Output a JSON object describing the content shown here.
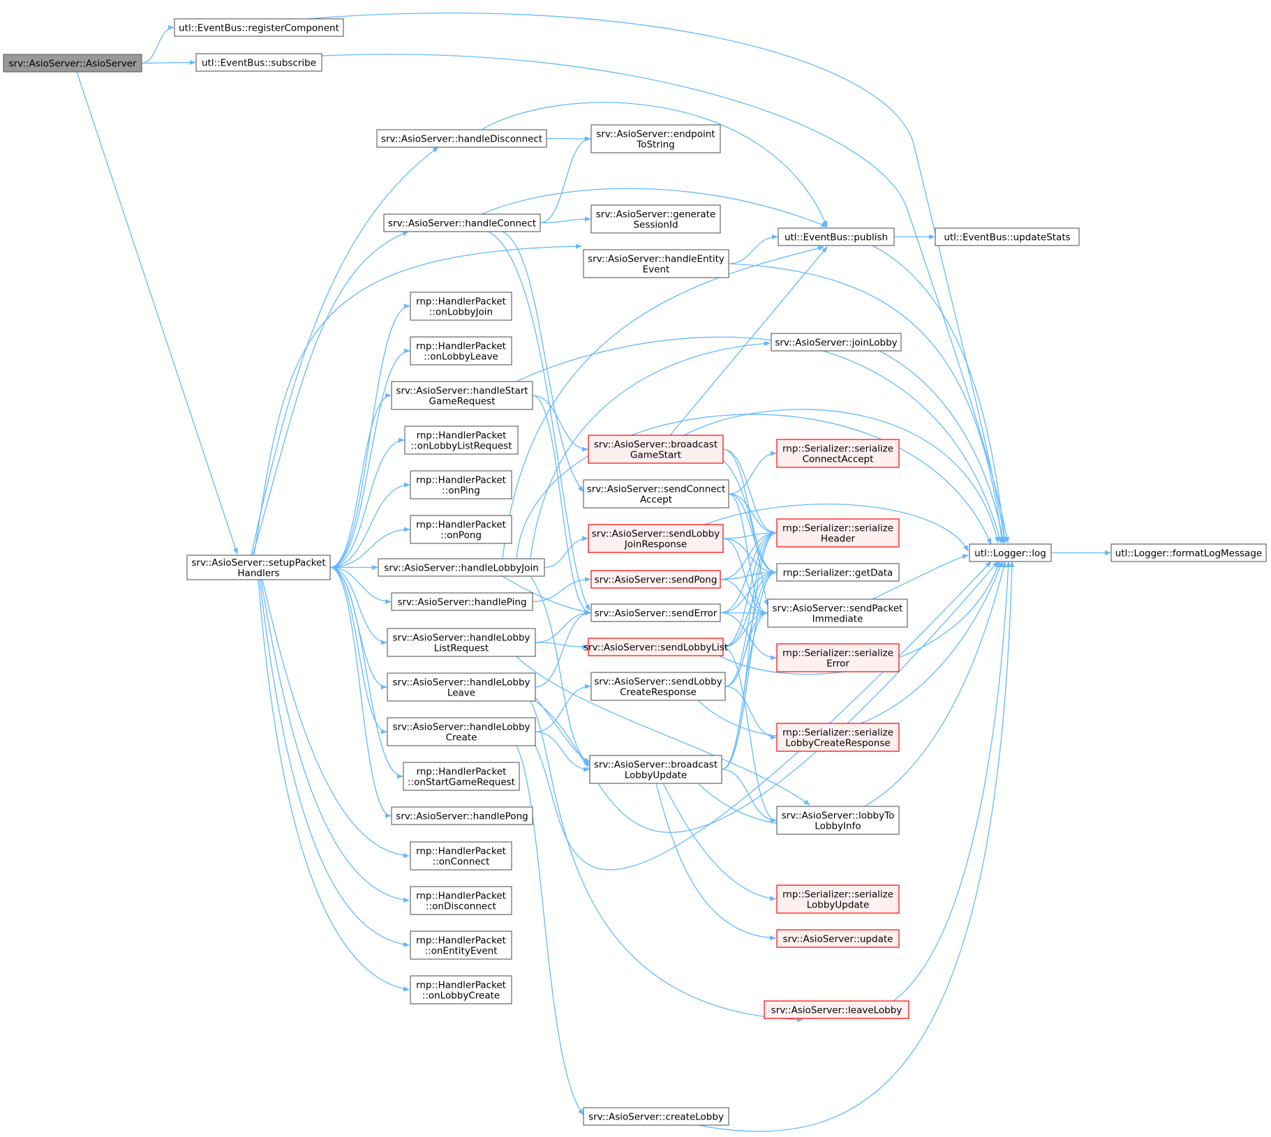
{
  "diagram": {
    "colors": {
      "edge": "#63b8ff",
      "node_border": "#666666",
      "node_fill": "#ffffff",
      "root_fill": "#999999",
      "root_border": "#666666",
      "red_border": "#ff0000",
      "red_fill": "#fff0f0"
    },
    "nodes": [
      {
        "id": "root",
        "lines": [
          "srv::AsioServer::AsioServer"
        ],
        "style": "root"
      },
      {
        "id": "regComp",
        "lines": [
          "utl::EventBus::registerComponent"
        ],
        "style": "normal"
      },
      {
        "id": "subscribe",
        "lines": [
          "utl::EventBus::subscribe"
        ],
        "style": "normal"
      },
      {
        "id": "setup",
        "lines": [
          "srv::AsioServer::setupPacket",
          "Handlers"
        ],
        "style": "normal"
      },
      {
        "id": "hDisc",
        "lines": [
          "srv::AsioServer::handleDisconnect"
        ],
        "style": "normal"
      },
      {
        "id": "hConn",
        "lines": [
          "srv::AsioServer::handleConnect"
        ],
        "style": "normal"
      },
      {
        "id": "onLJ",
        "lines": [
          "rnp::HandlerPacket",
          "::onLobbyJoin"
        ],
        "style": "normal"
      },
      {
        "id": "onLL",
        "lines": [
          "rnp::HandlerPacket",
          "::onLobbyLeave"
        ],
        "style": "normal"
      },
      {
        "id": "hSGR",
        "lines": [
          "srv::AsioServer::handleStart",
          "GameRequest"
        ],
        "style": "normal"
      },
      {
        "id": "onLLR",
        "lines": [
          "rnp::HandlerPacket",
          "::onLobbyListRequest"
        ],
        "style": "normal"
      },
      {
        "id": "onPing",
        "lines": [
          "rnp::HandlerPacket",
          "::onPing"
        ],
        "style": "normal"
      },
      {
        "id": "onPong",
        "lines": [
          "rnp::HandlerPacket",
          "::onPong"
        ],
        "style": "normal"
      },
      {
        "id": "hLJ",
        "lines": [
          "srv::AsioServer::handleLobbyJoin"
        ],
        "style": "normal"
      },
      {
        "id": "hPing",
        "lines": [
          "srv::AsioServer::handlePing"
        ],
        "style": "normal"
      },
      {
        "id": "hLLR",
        "lines": [
          "srv::AsioServer::handleLobby",
          "ListRequest"
        ],
        "style": "normal"
      },
      {
        "id": "hLL",
        "lines": [
          "srv::AsioServer::handleLobby",
          "Leave"
        ],
        "style": "normal"
      },
      {
        "id": "hLC",
        "lines": [
          "srv::AsioServer::handleLobby",
          "Create"
        ],
        "style": "normal"
      },
      {
        "id": "onSGR",
        "lines": [
          "rnp::HandlerPacket",
          "::onStartGameRequest"
        ],
        "style": "normal"
      },
      {
        "id": "hPong",
        "lines": [
          "srv::AsioServer::handlePong"
        ],
        "style": "normal"
      },
      {
        "id": "onConn",
        "lines": [
          "rnp::HandlerPacket",
          "::onConnect"
        ],
        "style": "normal"
      },
      {
        "id": "onDisc",
        "lines": [
          "rnp::HandlerPacket",
          "::onDisconnect"
        ],
        "style": "normal"
      },
      {
        "id": "onEE",
        "lines": [
          "rnp::HandlerPacket",
          "::onEntityEvent"
        ],
        "style": "normal"
      },
      {
        "id": "onLC",
        "lines": [
          "rnp::HandlerPacket",
          "::onLobbyCreate"
        ],
        "style": "normal"
      },
      {
        "id": "epStr",
        "lines": [
          "srv::AsioServer::endpoint",
          "ToString"
        ],
        "style": "normal"
      },
      {
        "id": "genSess",
        "lines": [
          "srv::AsioServer::generate",
          "SessionId"
        ],
        "style": "normal"
      },
      {
        "id": "hEE",
        "lines": [
          "srv::AsioServer::handleEntity",
          "Event"
        ],
        "style": "normal"
      },
      {
        "id": "bGS",
        "lines": [
          "srv::AsioServer::broadcast",
          "GameStart"
        ],
        "style": "red"
      },
      {
        "id": "sCA",
        "lines": [
          "srv::AsioServer::sendConnect",
          "Accept"
        ],
        "style": "normal"
      },
      {
        "id": "sLJR",
        "lines": [
          "srv::AsioServer::sendLobby",
          "JoinResponse"
        ],
        "style": "red"
      },
      {
        "id": "sPong",
        "lines": [
          "srv::AsioServer::sendPong"
        ],
        "style": "red"
      },
      {
        "id": "sErr",
        "lines": [
          "srv::AsioServer::sendError"
        ],
        "style": "normal"
      },
      {
        "id": "sLL",
        "lines": [
          "srv::AsioServer::sendLobbyList"
        ],
        "style": "red"
      },
      {
        "id": "sLCR",
        "lines": [
          "srv::AsioServer::sendLobby",
          "CreateResponse"
        ],
        "style": "normal"
      },
      {
        "id": "bLU",
        "lines": [
          "srv::AsioServer::broadcast",
          "LobbyUpdate"
        ],
        "style": "normal"
      },
      {
        "id": "cLobby",
        "lines": [
          "srv::AsioServer::createLobby"
        ],
        "style": "normal"
      },
      {
        "id": "publish",
        "lines": [
          "utl::EventBus::publish"
        ],
        "style": "normal"
      },
      {
        "id": "joinLobby",
        "lines": [
          "srv::AsioServer::joinLobby"
        ],
        "style": "normal"
      },
      {
        "id": "serCA",
        "lines": [
          "rnp::Serializer::serialize",
          "ConnectAccept"
        ],
        "style": "red"
      },
      {
        "id": "serHdr",
        "lines": [
          "rnp::Serializer::serialize",
          "Header"
        ],
        "style": "red"
      },
      {
        "id": "getData",
        "lines": [
          "rnp::Serializer::getData"
        ],
        "style": "normal"
      },
      {
        "id": "sPI",
        "lines": [
          "srv::AsioServer::sendPacket",
          "Immediate"
        ],
        "style": "normal"
      },
      {
        "id": "serErr",
        "lines": [
          "rnp::Serializer::serialize",
          "Error"
        ],
        "style": "red"
      },
      {
        "id": "serLCR",
        "lines": [
          "rnp::Serializer::serialize",
          "LobbyCreateResponse"
        ],
        "style": "red"
      },
      {
        "id": "l2LI",
        "lines": [
          "srv::AsioServer::lobbyTo",
          "LobbyInfo"
        ],
        "style": "normal"
      },
      {
        "id": "serLU",
        "lines": [
          "rnp::Serializer::serialize",
          "LobbyUpdate"
        ],
        "style": "red"
      },
      {
        "id": "update",
        "lines": [
          "srv::AsioServer::update"
        ],
        "style": "red"
      },
      {
        "id": "leave",
        "lines": [
          "srv::AsioServer::leaveLobby"
        ],
        "style": "red"
      },
      {
        "id": "updStats",
        "lines": [
          "utl::EventBus::updateStats"
        ],
        "style": "normal"
      },
      {
        "id": "log",
        "lines": [
          "utl::Logger::log"
        ],
        "style": "normal"
      },
      {
        "id": "fmt",
        "lines": [
          "utl::Logger::formatLogMessage"
        ],
        "style": "normal"
      }
    ],
    "edges": [
      [
        "root",
        "regComp"
      ],
      [
        "root",
        "subscribe"
      ],
      [
        "root",
        "setup"
      ],
      [
        "regComp",
        "log"
      ],
      [
        "subscribe",
        "log"
      ],
      [
        "setup",
        "hDisc"
      ],
      [
        "setup",
        "hConn"
      ],
      [
        "setup",
        "hEE"
      ],
      [
        "setup",
        "onLJ"
      ],
      [
        "setup",
        "onLL"
      ],
      [
        "setup",
        "hSGR"
      ],
      [
        "setup",
        "onLLR"
      ],
      [
        "setup",
        "onPing"
      ],
      [
        "setup",
        "onPong"
      ],
      [
        "setup",
        "hLJ"
      ],
      [
        "setup",
        "hPing"
      ],
      [
        "setup",
        "hLLR"
      ],
      [
        "setup",
        "hLL"
      ],
      [
        "setup",
        "hLC"
      ],
      [
        "setup",
        "onSGR"
      ],
      [
        "setup",
        "hPong"
      ],
      [
        "setup",
        "onConn"
      ],
      [
        "setup",
        "onDisc"
      ],
      [
        "setup",
        "onEE"
      ],
      [
        "setup",
        "onLC"
      ],
      [
        "hDisc",
        "epStr"
      ],
      [
        "hDisc",
        "publish"
      ],
      [
        "hConn",
        "epStr"
      ],
      [
        "hConn",
        "genSess"
      ],
      [
        "hConn",
        "publish"
      ],
      [
        "hConn",
        "sCA"
      ],
      [
        "hConn",
        "sErr"
      ],
      [
        "hEE",
        "publish"
      ],
      [
        "hEE",
        "log"
      ],
      [
        "hSGR",
        "bGS"
      ],
      [
        "hSGR",
        "log"
      ],
      [
        "hSGR",
        "sErr"
      ],
      [
        "hLJ",
        "joinLobby"
      ],
      [
        "hLJ",
        "sLJR"
      ],
      [
        "hLJ",
        "publish"
      ],
      [
        "hLJ",
        "log"
      ],
      [
        "hLJ",
        "bLU"
      ],
      [
        "hLJ",
        "sErr"
      ],
      [
        "hPing",
        "sPong"
      ],
      [
        "hLLR",
        "sErr"
      ],
      [
        "hLLR",
        "sLL"
      ],
      [
        "hLLR",
        "l2LI"
      ],
      [
        "hLL",
        "sErr"
      ],
      [
        "hLL",
        "bLU"
      ],
      [
        "hLL",
        "leave"
      ],
      [
        "hLL",
        "log"
      ],
      [
        "hLC",
        "sLCR"
      ],
      [
        "hLC",
        "bLU"
      ],
      [
        "hLC",
        "cLobby"
      ],
      [
        "hLC",
        "log"
      ],
      [
        "bGS",
        "publish"
      ],
      [
        "bGS",
        "serHdr"
      ],
      [
        "bGS",
        "getData"
      ],
      [
        "bGS",
        "sPI"
      ],
      [
        "bGS",
        "log"
      ],
      [
        "sCA",
        "serCA"
      ],
      [
        "sCA",
        "serHdr"
      ],
      [
        "sCA",
        "getData"
      ],
      [
        "sCA",
        "sPI"
      ],
      [
        "sLJR",
        "serHdr"
      ],
      [
        "sLJR",
        "getData"
      ],
      [
        "sLJR",
        "sPI"
      ],
      [
        "sLJR",
        "log"
      ],
      [
        "sPong",
        "serHdr"
      ],
      [
        "sPong",
        "getData"
      ],
      [
        "sPong",
        "sPI"
      ],
      [
        "sErr",
        "serErr"
      ],
      [
        "sErr",
        "serHdr"
      ],
      [
        "sErr",
        "getData"
      ],
      [
        "sErr",
        "sPI"
      ],
      [
        "sLL",
        "serHdr"
      ],
      [
        "sLL",
        "getData"
      ],
      [
        "sLL",
        "sPI"
      ],
      [
        "sLL",
        "l2LI"
      ],
      [
        "sLL",
        "log"
      ],
      [
        "sLCR",
        "serLCR"
      ],
      [
        "sLCR",
        "serHdr"
      ],
      [
        "sLCR",
        "getData"
      ],
      [
        "sLCR",
        "sPI"
      ],
      [
        "sLCR",
        "log"
      ],
      [
        "bLU",
        "serLU"
      ],
      [
        "bLU",
        "update"
      ],
      [
        "bLU",
        "l2LI"
      ],
      [
        "bLU",
        "serHdr"
      ],
      [
        "bLU",
        "getData"
      ],
      [
        "bLU",
        "sPI"
      ],
      [
        "bLU",
        "log"
      ],
      [
        "cLobby",
        "log"
      ],
      [
        "leave",
        "log"
      ],
      [
        "joinLobby",
        "log"
      ],
      [
        "publish",
        "updStats"
      ],
      [
        "publish",
        "log"
      ],
      [
        "sPI",
        "log"
      ],
      [
        "log",
        "fmt"
      ]
    ]
  }
}
